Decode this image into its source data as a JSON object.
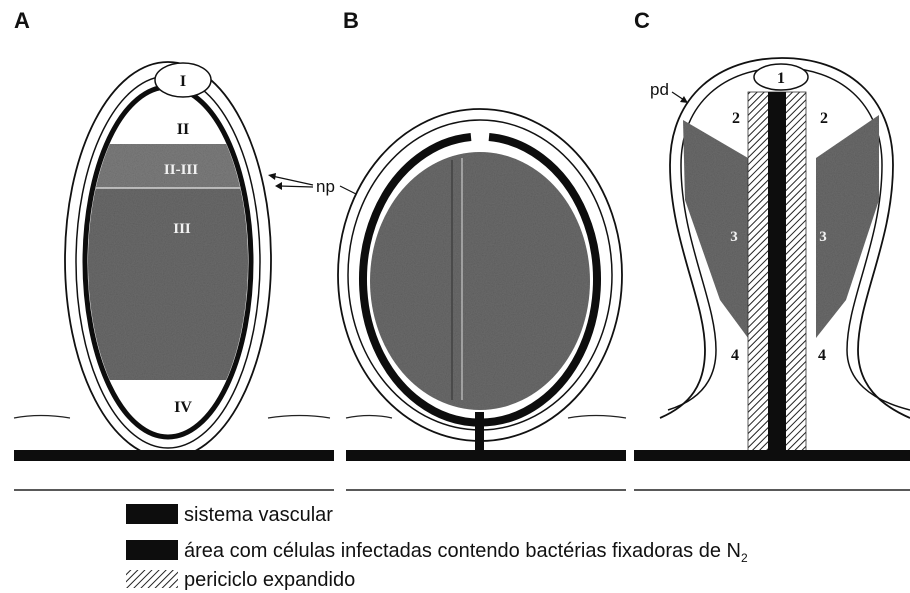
{
  "panels": {
    "a": {
      "letter": "A",
      "zones": {
        "z1": "I",
        "z2": "II",
        "z23": "II-III",
        "z3": "III",
        "z4": "IV"
      }
    },
    "b": {
      "letter": "B"
    },
    "c": {
      "letter": "C",
      "zones": {
        "z1": "1",
        "z2": "2",
        "z3": "3",
        "z4": "4"
      },
      "callout_pd": "pd"
    }
  },
  "callouts": {
    "np": "np"
  },
  "legend": {
    "vascular": "sistema vascular",
    "infected": "área com células infectadas contendo bactérias fixadoras de N",
    "infected_sub": "2",
    "pericycle": "periciclo expandido"
  },
  "colors": {
    "vascular": "#0d0d0d",
    "infected": "#6e6e6e",
    "line": "#111111",
    "background": "#ffffff"
  }
}
